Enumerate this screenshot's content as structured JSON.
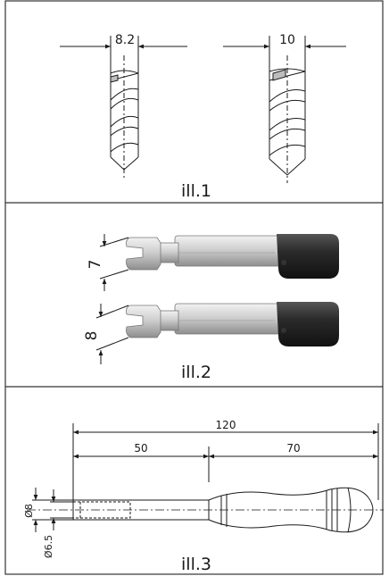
{
  "panels": [
    {
      "caption": "ill.1",
      "dimensions": {
        "drill_left": "8.2",
        "drill_right": "10"
      }
    },
    {
      "caption": "ill.2",
      "dimensions": {
        "jaw_top": "7",
        "jaw_bottom": "8"
      }
    },
    {
      "caption": "ill.3",
      "dimensions": {
        "total_length": "120",
        "shaft_length": "50",
        "handle_length": "70",
        "outer_diameter": "Ø8",
        "inner_diameter": "Ø6.5"
      }
    }
  ],
  "colors": {
    "line": "#1a1a1a",
    "border": "#333333",
    "tool_dark": "#2b2b2b",
    "tool_metal": "#c9c9c9"
  }
}
